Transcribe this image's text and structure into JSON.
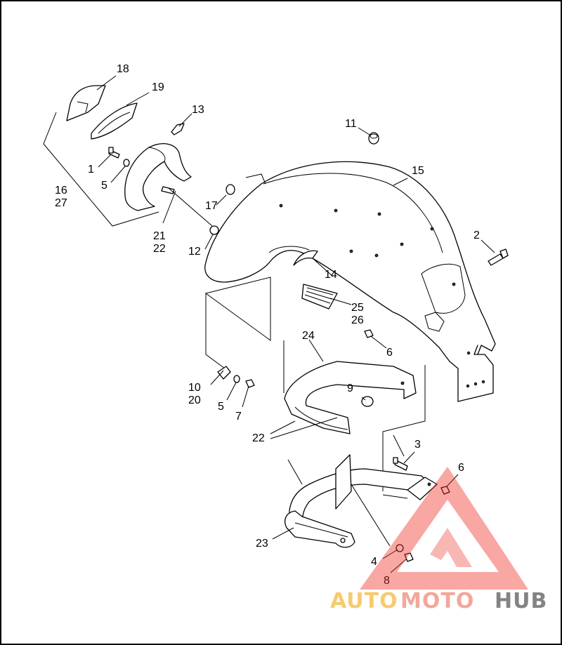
{
  "labels": {
    "l1": "1",
    "l2": "2",
    "l3": "3",
    "l4": "4",
    "l5a": "5",
    "l5b": "5",
    "l6a": "6",
    "l6b": "6",
    "l7": "7",
    "l8": "8",
    "l9": "9",
    "l10": "10",
    "l20": "20",
    "l11": "11",
    "l12": "12",
    "l13": "13",
    "l14": "14",
    "l15": "15",
    "l16": "16",
    "l27": "27",
    "l17": "17",
    "l18": "18",
    "l19": "19",
    "l21": "21",
    "l22a": "22",
    "l22b": "22",
    "l23": "23",
    "l24": "24",
    "l25": "25",
    "l26": "26"
  },
  "watermark": {
    "auto": "AUTO",
    "moto": "MOTO",
    "hub": "HUB",
    "colors": {
      "auto": "#f5b93d",
      "moto": "#f08a7a",
      "hub": "#5a5a5a",
      "triangle": "#ee2a1f"
    }
  }
}
